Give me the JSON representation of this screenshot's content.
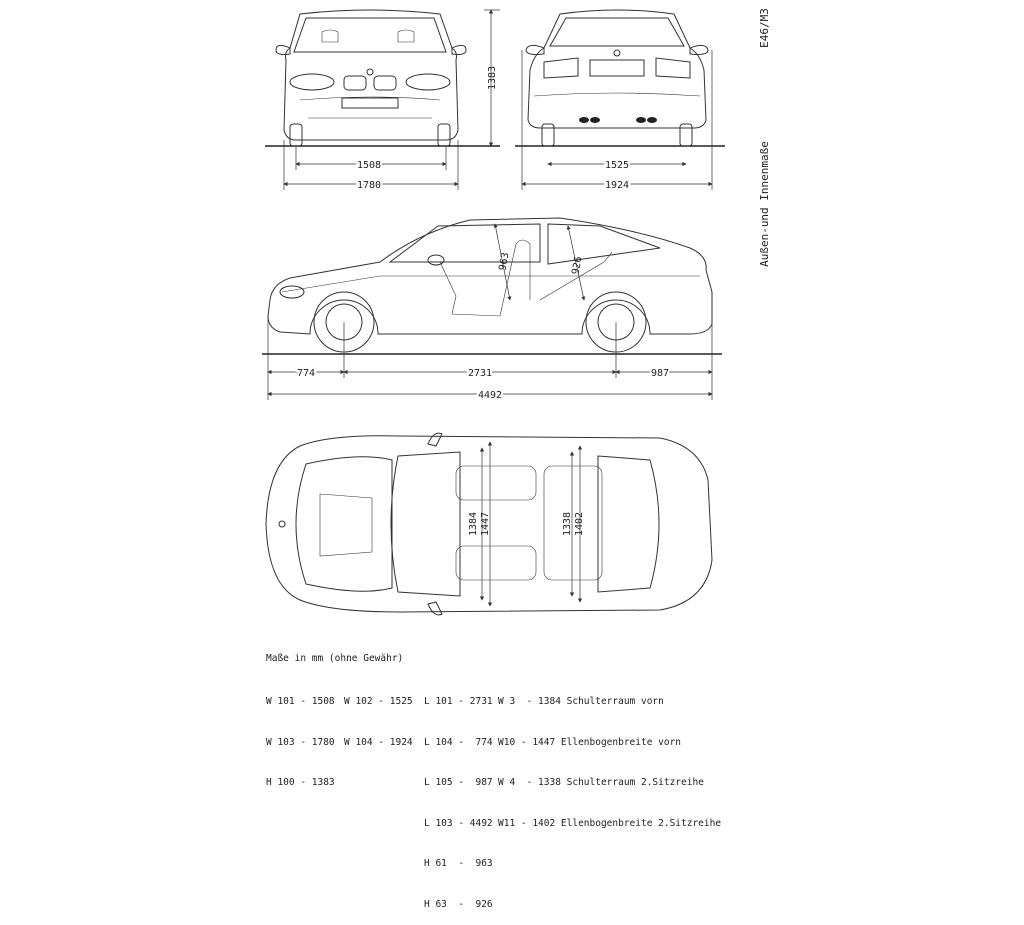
{
  "sheet": {
    "model": "E46/M3",
    "subtitle": "Außen-und Innenmaße"
  },
  "views": {
    "front": {
      "track": "1508",
      "width": "1780",
      "height": "1383"
    },
    "rear": {
      "track": "1525",
      "width": "1924"
    },
    "side": {
      "overhang_front": "774",
      "wheelbase": "2731",
      "overhang_rear": "987",
      "length": "4492",
      "headroom_front": "963",
      "headroom_rear": "926"
    },
    "top": {
      "shoulder_front": "1384",
      "elbow_front": "1447",
      "shoulder_rear": "1338",
      "elbow_rear": "1402"
    }
  },
  "legend": {
    "title": "Maße in mm (ohne Gewähr)",
    "col1": [
      "W 101 - 1508",
      "W 103 - 1780",
      "H 100 - 1383"
    ],
    "col2": [
      "W 102 - 1525",
      "W 104 - 1924"
    ],
    "col3": [
      "L 101 - 2731",
      "L 104 -  774",
      "L 105 -  987",
      "L 103 - 4492",
      "H 61  -  963",
      "H 63  -  926"
    ],
    "col4": [
      "W 3  - 1384 Schulterraum vorn",
      "W10 - 1447 Ellenbogenbreite vorn",
      "W 4  - 1338 Schulterraum 2.Sitzreihe",
      "W11 - 1402 Ellenbogenbreite 2.Sitzreihe"
    ]
  }
}
